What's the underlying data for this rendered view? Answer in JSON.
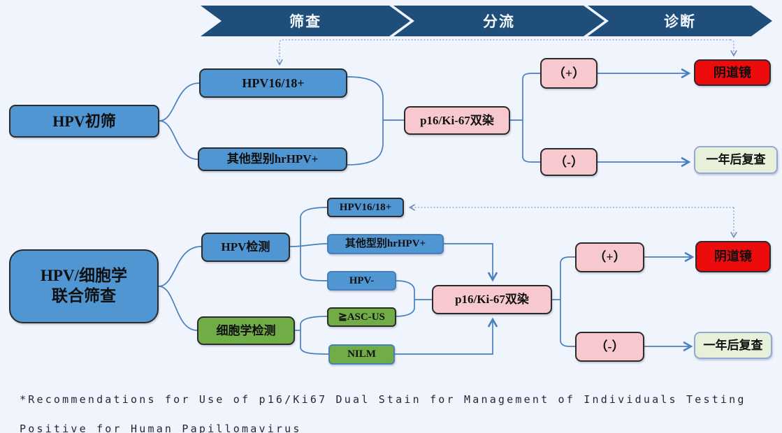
{
  "header": {
    "stages": [
      {
        "label": "筛查"
      },
      {
        "label": "分流"
      },
      {
        "label": "诊断"
      }
    ]
  },
  "flow1": {
    "root": "HPV初筛",
    "branches": [
      "HPV16/18+",
      "其他型别hrHPV+"
    ],
    "triage": "p16/Ki-67双染",
    "result_positive": "（+）",
    "result_negative": "（-）",
    "outcome_positive": "阴道镜",
    "outcome_negative": "一年后复查"
  },
  "flow2": {
    "root_line1": "HPV/细胞学",
    "root_line2": "联合筛查",
    "hpv_test": "HPV检测",
    "cytology_test": "细胞学检测",
    "hpv_results": [
      "HPV16/18+",
      "其他型别hrHPV+",
      "HPV-"
    ],
    "cytology_results": [
      "≧ASC-US",
      "NILM"
    ],
    "triage": "p16/Ki-67双染",
    "result_positive": "（+）",
    "result_negative": "（-）",
    "outcome_positive": "阴道镜",
    "outcome_negative": "一年后复查"
  },
  "footnote": {
    "line1": "*Recommendations for Use of p16/Ki67 Dual Stain for Management of Individuals Testing",
    "line2": "Positive for Human Papillomavirus"
  },
  "colors": {
    "background": "#f0f4fc",
    "chevron_fill": "#1e4e79",
    "node_blue": "#4f96d2",
    "node_green": "#71ad47",
    "node_pink": "#f8c8cf",
    "node_red": "#ee0b0b",
    "node_light_green": "#e7f1da",
    "connector": "#4a7fc1",
    "dotted_connector": "#8aa0cc"
  }
}
